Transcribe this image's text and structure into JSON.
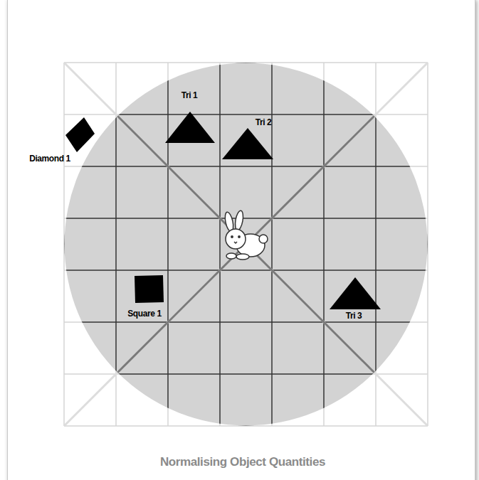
{
  "diagram": {
    "caption": "Normalising Object Quantities",
    "nodes": [
      {
        "text": [
          "Tri 1"
        ]
      },
      {
        "text": [
          "Tri 2"
        ]
      },
      {
        "text": [
          "Diamond 1"
        ]
      },
      {
        "text": [
          "Square 1"
        ]
      },
      {
        "text": [
          "Tri 3"
        ]
      }
    ]
  }
}
